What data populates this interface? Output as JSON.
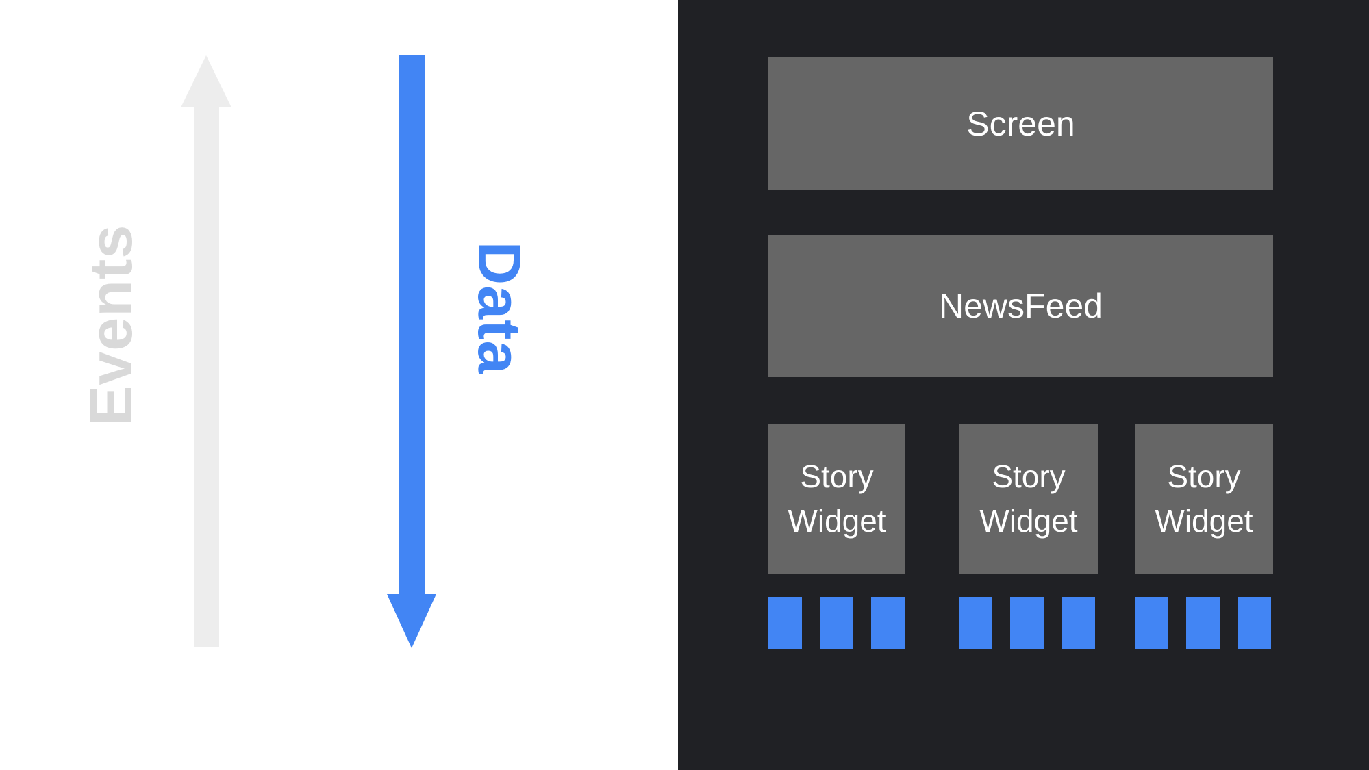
{
  "left_panel": {
    "events_label": "Events",
    "data_label": "Data"
  },
  "right_panel": {
    "screen_label": "Screen",
    "newsfeed_label": "NewsFeed",
    "story_widgets": [
      {
        "label": "Story Widget"
      },
      {
        "label": "Story Widget"
      },
      {
        "label": "Story Widget"
      }
    ],
    "squares_per_widget": 3
  },
  "colors": {
    "background_left": "#FFFFFF",
    "background_right": "#202125",
    "box_gray": "#666666",
    "box_text": "#FFFFFF",
    "arrow_up_gray": "#EDEDED",
    "events_text_gray": "#D9D9D9",
    "accent_blue": "#4285F4"
  }
}
